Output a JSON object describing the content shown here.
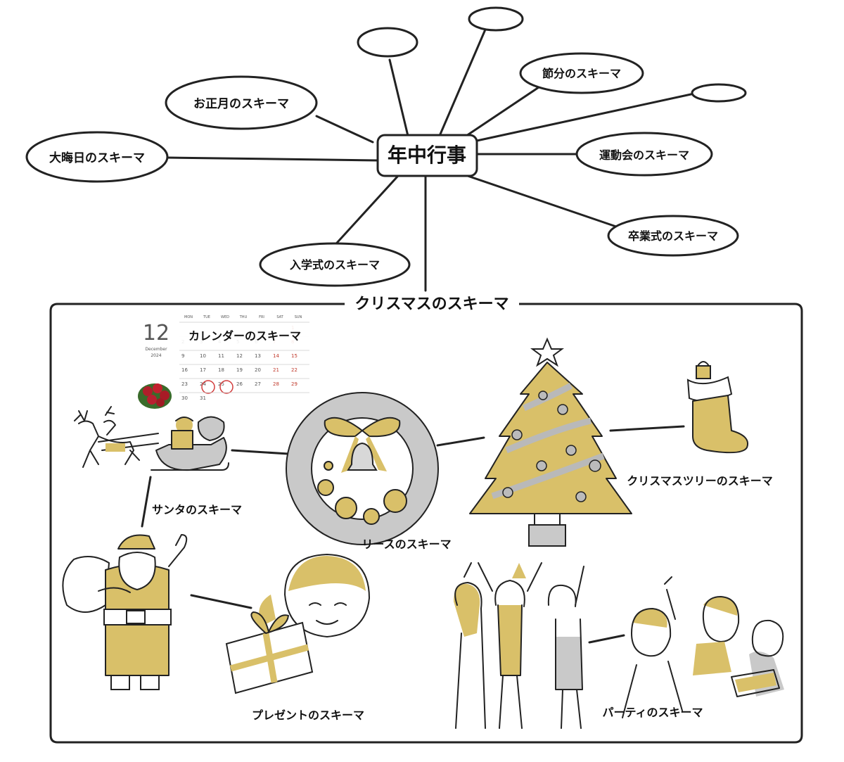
{
  "center": {
    "label": "年中行事"
  },
  "schemas": {
    "oshougatsu": "お正月のスキーマ",
    "oomisoka": "大晦日のスキーマ",
    "setsubun": "節分のスキーマ",
    "undoukai": "運動会のスキーマ",
    "sotsugyoushiki": "卒業式のスキーマ",
    "nyuugakushiki": "入学式のスキーマ",
    "empty1": "",
    "empty2": "",
    "empty3": ""
  },
  "christmas": {
    "title": "クリスマスのスキーマ",
    "calendar": {
      "label": "カレンダーのスキーマ",
      "day_number": "12",
      "month": "December",
      "year": "2024",
      "weekdays": [
        "MON",
        "TUE",
        "WED",
        "THU",
        "FRI",
        "SAT",
        "SUN"
      ],
      "rows": [
        [
          "",
          "",
          "",
          "",
          "",
          "",
          "1"
        ],
        [
          "2",
          "3",
          "4",
          "5",
          "6",
          "7",
          "8"
        ],
        [
          "9",
          "10",
          "11",
          "12",
          "13",
          "14",
          "15"
        ],
        [
          "16",
          "17",
          "18",
          "19",
          "20",
          "21",
          "22"
        ],
        [
          "23",
          "24",
          "25",
          "26",
          "27",
          "28",
          "29"
        ],
        [
          "30",
          "31",
          "",
          "",
          "",
          "",
          ""
        ]
      ],
      "circled_days": [
        "24",
        "25"
      ]
    },
    "santa": "サンタのスキーマ",
    "wreath": "リースのスキーマ",
    "tree": "クリスマスツリーのスキーマ",
    "present": "プレゼントのスキーマ",
    "party": "パーティのスキーマ"
  },
  "colors": {
    "accent": "#d9c069",
    "gray": "#c9c9c9",
    "ink": "#222222"
  }
}
